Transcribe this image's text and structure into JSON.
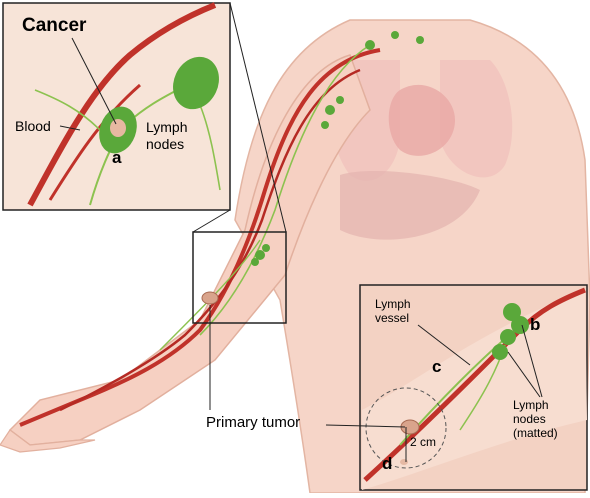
{
  "labels": {
    "cancer": "Cancer",
    "blood": "Blood",
    "lymph_nodes_top": [
      "Lymph",
      "nodes"
    ],
    "letter_a": "a",
    "primary_tumor": "Primary tumor",
    "lymph_vessel": [
      "Lymph",
      "vessel"
    ],
    "letter_b": "b",
    "letter_c": "c",
    "letter_d": "d",
    "distance": "2 cm",
    "lymph_nodes_matted": [
      "Lymph",
      "nodes",
      "(matted)"
    ]
  },
  "colors": {
    "skin": "#f6cfc0",
    "skin_dark": "#e9b3a0",
    "blood_vessel": "#c0322a",
    "lymph_node": "#5aa83a",
    "lymph_vessel": "#8cc24f",
    "inset_bg": "#f7e7dc",
    "tumor": "#d9a48c"
  }
}
